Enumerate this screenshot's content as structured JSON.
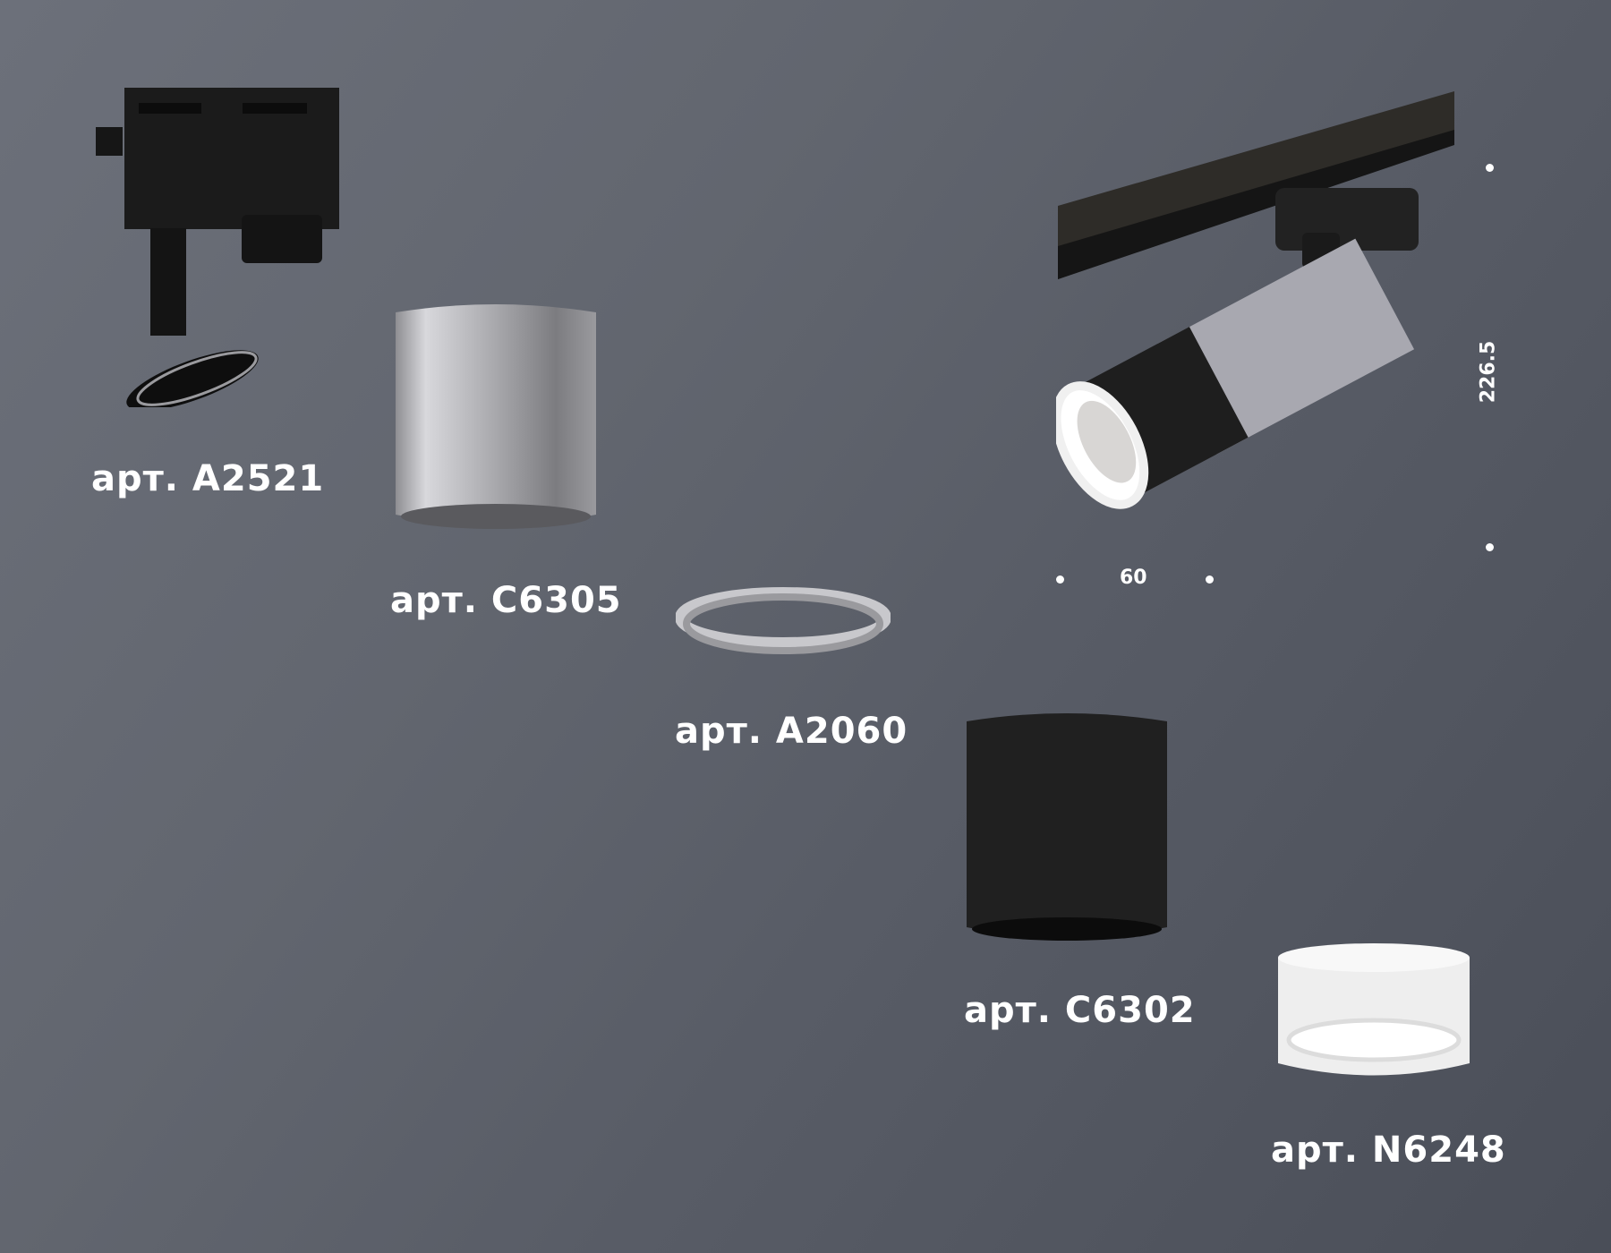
{
  "products": [
    {
      "id": "a2521",
      "label": "арт. A2521",
      "part": "track adapter",
      "color": "#1a1a1a"
    },
    {
      "id": "c6305",
      "label": "арт. C6305",
      "part": "cylinder housing",
      "color": "#b8b8bc"
    },
    {
      "id": "a2060",
      "label": "арт. A2060",
      "part": "connecting ring",
      "color": "#c0c0c4"
    },
    {
      "id": "c6302",
      "label": "арт. C6302",
      "part": "cylinder housing",
      "color": "#1c1c1c"
    },
    {
      "id": "n6248",
      "label": "арт. N6248",
      "part": "frosted lens module",
      "color": "#f2f2f2"
    }
  ],
  "dimensions": {
    "width": "60",
    "height": "226.5"
  },
  "colors": {
    "text": "#ffffff",
    "bg_light": "#6c707a",
    "bg_dark": "#4a4e58"
  }
}
